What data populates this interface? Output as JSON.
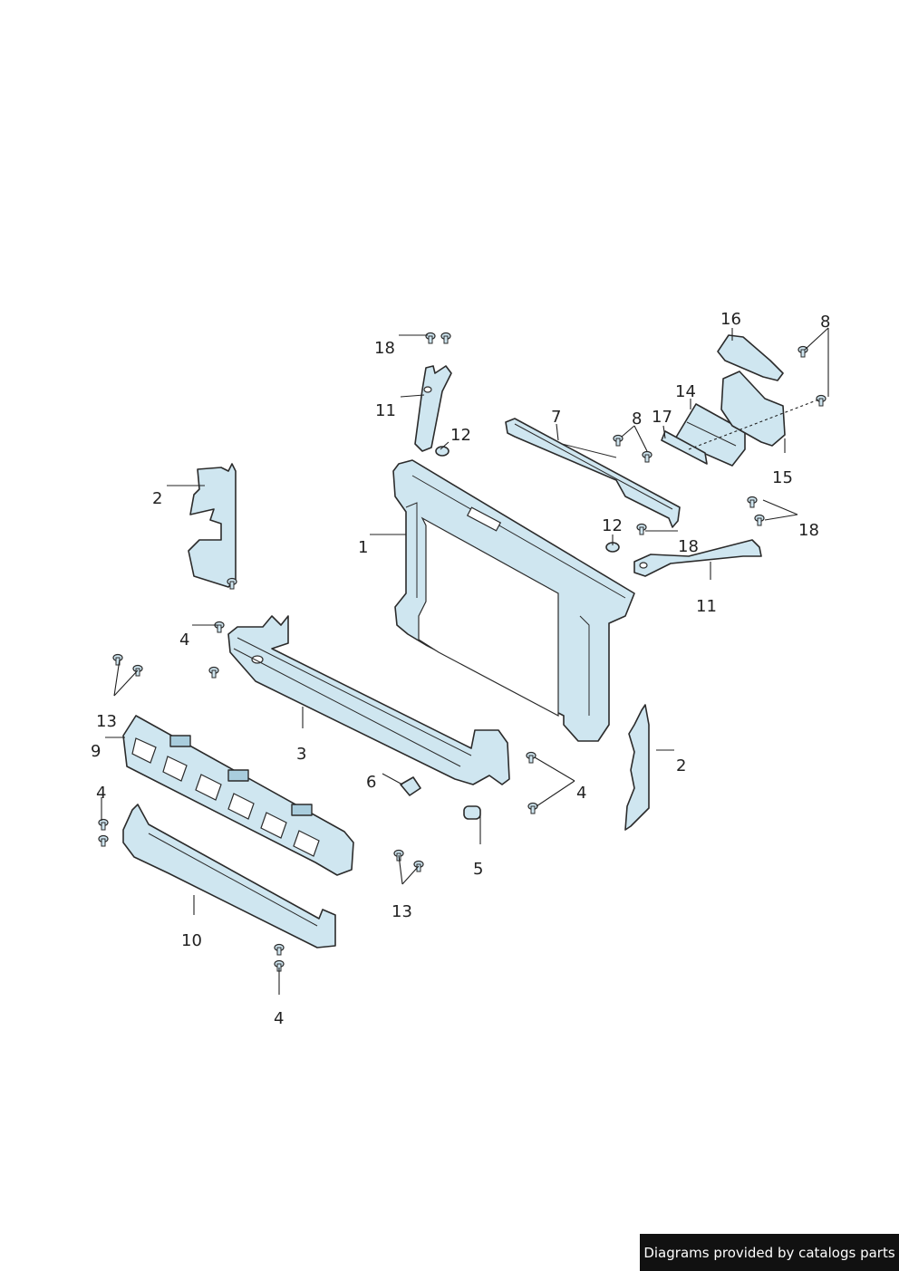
{
  "callouts": {
    "c1": "1",
    "c2a": "2",
    "c2b": "2",
    "c3": "3",
    "c4a": "4",
    "c4b": "4",
    "c4c": "4",
    "c4d": "4",
    "c5": "5",
    "c6": "6",
    "c7": "7",
    "c8a": "8",
    "c8b": "8",
    "c9": "9",
    "c10": "10",
    "c11a": "11",
    "c11b": "11",
    "c12a": "12",
    "c12b": "12",
    "c13a": "13",
    "c13b": "13",
    "c14": "14",
    "c15": "15",
    "c16": "16",
    "c17": "17",
    "c18a": "18",
    "c18b": "18",
    "c18c": "18"
  },
  "colors": {
    "part_fill": "#cfe6f0",
    "outline": "#2b2b2b",
    "footer_bg": "#111111"
  },
  "footer": {
    "text": "Diagrams provided by catalogs parts"
  }
}
